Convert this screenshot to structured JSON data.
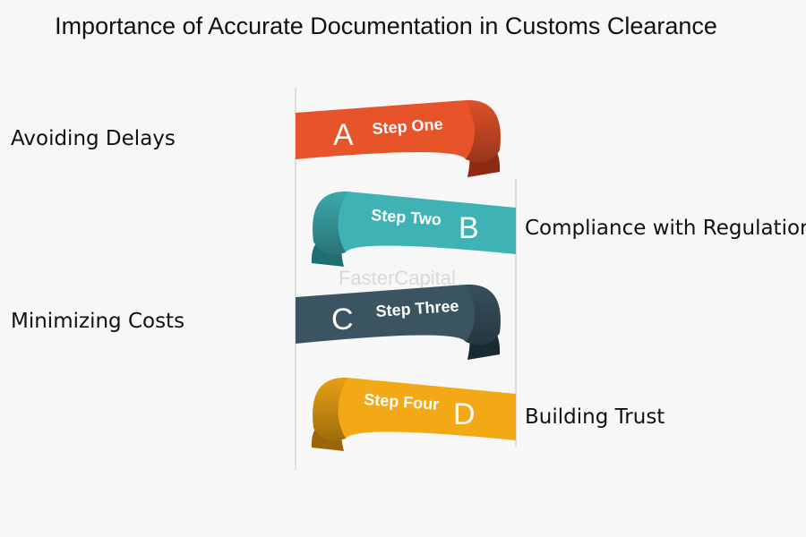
{
  "title": "Importance of Accurate Documentation in Customs Clearance",
  "watermark": "FasterCapital",
  "steps": [
    {
      "letter": "A",
      "step": "Step One",
      "label": "Avoiding Delays",
      "color": "#e8542a",
      "dark": "#8e2a12",
      "side": "left"
    },
    {
      "letter": "B",
      "step": "Step Two",
      "label": "Compliance with Regulations",
      "color": "#3fb2b5",
      "dark": "#1f6f72",
      "side": "right"
    },
    {
      "letter": "C",
      "step": "Step Three",
      "label": "Minimizing Costs",
      "color": "#3b5462",
      "dark": "#1a2a33",
      "side": "left"
    },
    {
      "letter": "D",
      "step": "Step Four",
      "label": "Building Trust",
      "color": "#f3a815",
      "dark": "#9a6608",
      "side": "right"
    }
  ]
}
